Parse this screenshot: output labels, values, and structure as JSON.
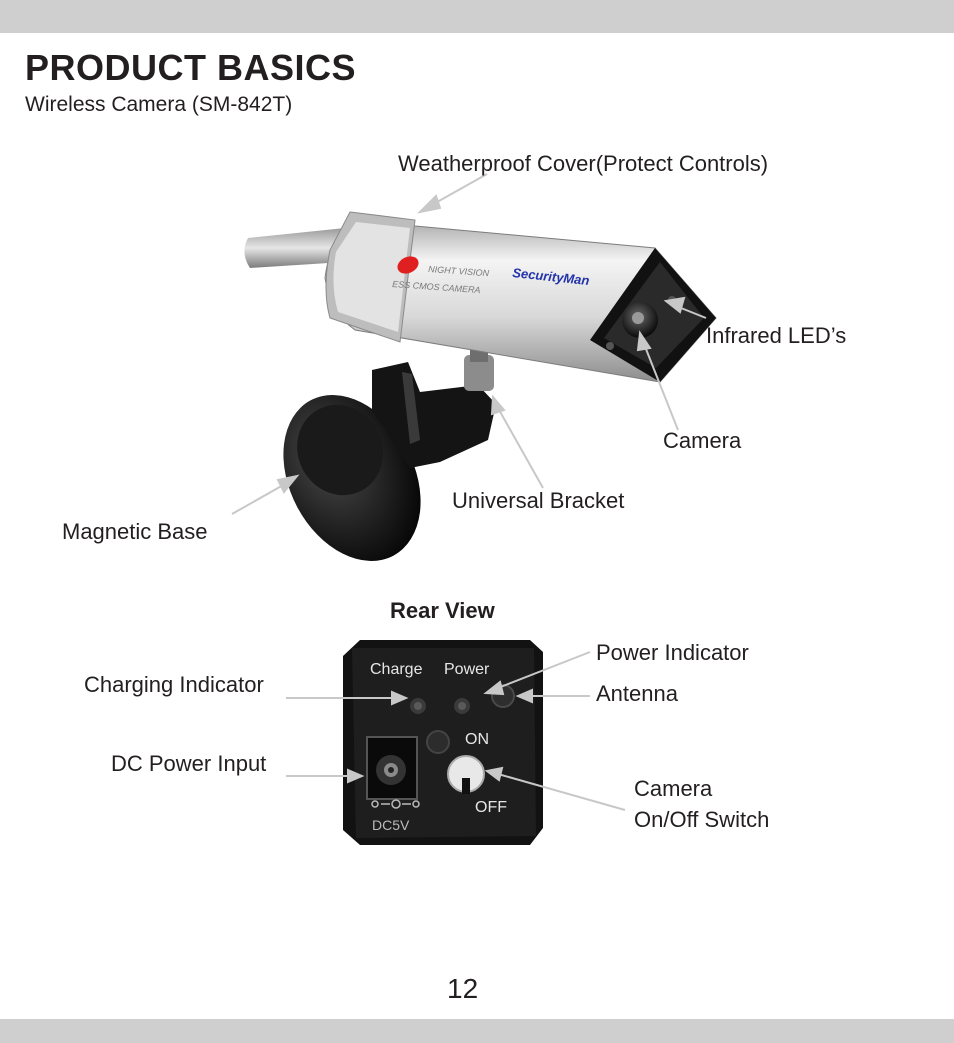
{
  "header": {
    "title": "PRODUCT BASICS",
    "subtitle": "Wireless Camera (SM-842T)"
  },
  "front_labels": {
    "weatherproof_cover": "Weatherproof Cover(Protect Controls)",
    "infrared_leds": "Infrared LED’s",
    "camera": "Camera",
    "universal_bracket": "Universal Bracket",
    "magnetic_base": "Magnetic Base"
  },
  "camera_body_text": {
    "night_vision": "NIGHT VISION",
    "cmos": "ESS CMOS CAMERA",
    "brand": "SecurityMan"
  },
  "rear": {
    "title": "Rear View",
    "charge_label": "Charge",
    "power_label": "Power",
    "on_label": "ON",
    "off_label": "OFF",
    "dc_label": "DC5V",
    "charging_indicator": "Charging Indicator",
    "dc_power_input": "DC Power Input",
    "power_indicator": "Power Indicator",
    "antenna": "Antenna",
    "switch_line1": "Camera",
    "switch_line2": "On/Off Switch"
  },
  "footer": {
    "page_number": "12"
  },
  "colors": {
    "bar": "#cfcfcf",
    "text": "#231f20",
    "leader": "#c8c8c8"
  }
}
